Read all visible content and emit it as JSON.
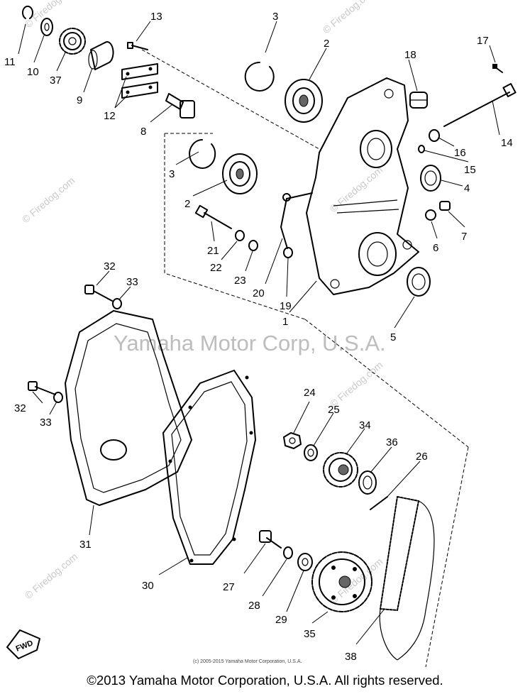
{
  "diagram": {
    "watermark_main": "Yamaha Motor Corp, U.S.A.",
    "watermark_small": "© Firedog.com",
    "image_copyright": "(c) 2005-2015 Yamaha Motor Corporation, U.S.A.",
    "fwd_label": "FWD",
    "callouts": [
      "11",
      "10",
      "37",
      "9",
      "13",
      "12",
      "8",
      "3",
      "2",
      "18",
      "17",
      "14",
      "16",
      "15",
      "4",
      "7",
      "6",
      "5",
      "1",
      "19",
      "20",
      "21",
      "22",
      "23",
      "32",
      "33",
      "24",
      "25",
      "34",
      "36",
      "26",
      "27",
      "28",
      "29",
      "35",
      "38",
      "30",
      "31"
    ]
  },
  "footer": {
    "copyright": "©2013 Yamaha Motor Corporation, U.S.A. All rights reserved."
  }
}
